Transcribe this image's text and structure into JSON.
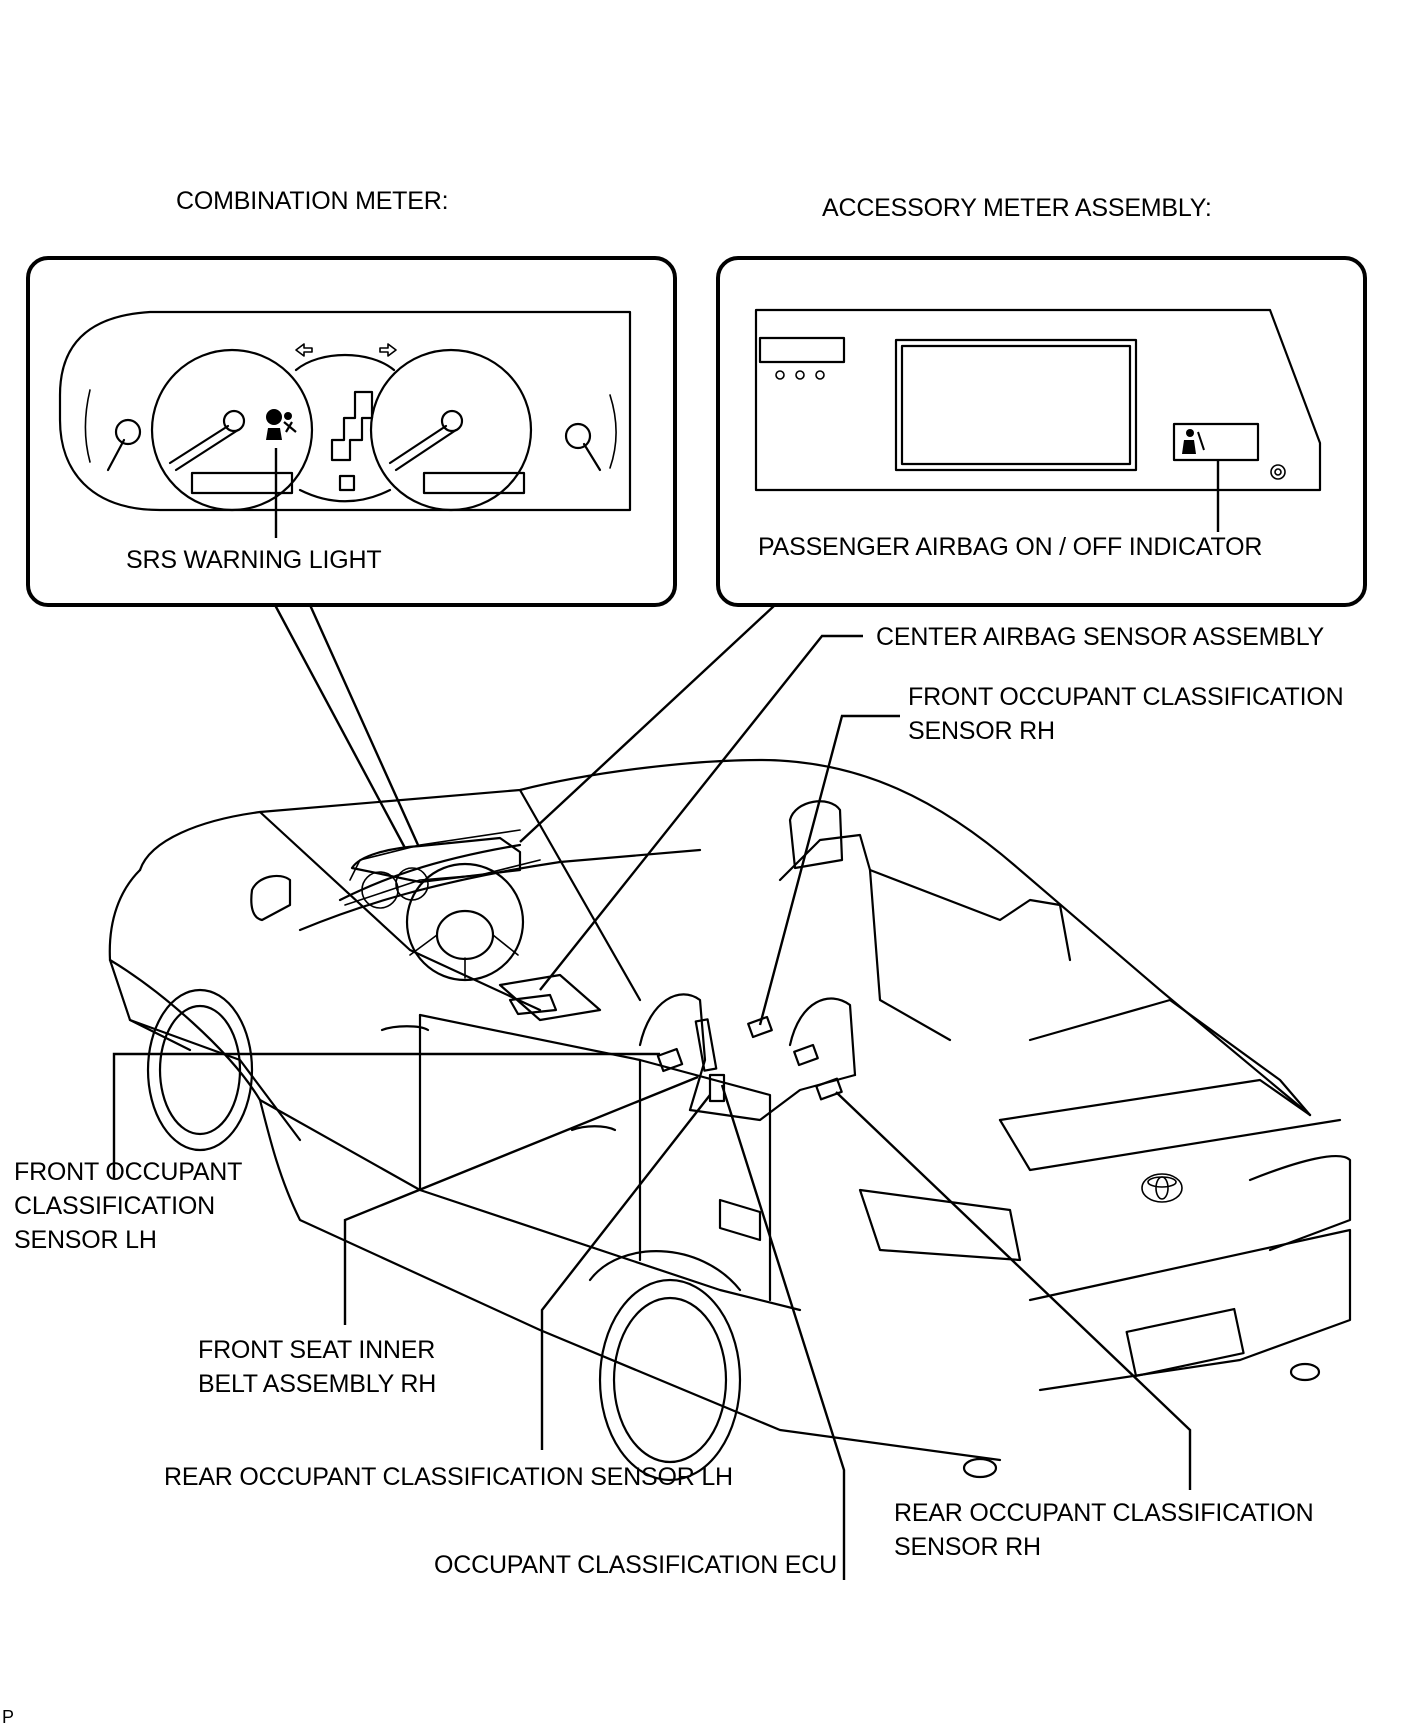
{
  "headings": {
    "combination_meter": "COMBINATION METER:",
    "accessory_meter": "ACCESSORY METER ASSEMBLY:"
  },
  "callouts": {
    "srs_warning_light": "SRS WARNING LIGHT",
    "passenger_airbag_indicator": "PASSENGER AIRBAG ON / OFF INDICATOR",
    "center_airbag_sensor": "CENTER AIRBAG SENSOR ASSEMBLY",
    "front_occupant_rh": [
      "FRONT OCCUPANT CLASSIFICATION",
      "SENSOR RH"
    ],
    "front_occupant_lh": [
      "FRONT OCCUPANT",
      "CLASSIFICATION",
      "SENSOR LH"
    ],
    "front_seat_inner_belt_rh": [
      "FRONT SEAT INNER",
      "BELT ASSEMBLY RH"
    ],
    "rear_occupant_lh": "REAR OCCUPANT CLASSIFICATION SENSOR LH",
    "occupant_classification_ecu": "OCCUPANT CLASSIFICATION ECU",
    "rear_occupant_rh": [
      "REAR OCCUPANT CLASSIFICATION",
      "SENSOR RH"
    ]
  },
  "corner_mark": "P",
  "icons": [
    "srs-warning-icon",
    "passenger-airbag-icon",
    "arrow-left-icon",
    "arrow-right-icon",
    "toyota-logo-icon"
  ]
}
